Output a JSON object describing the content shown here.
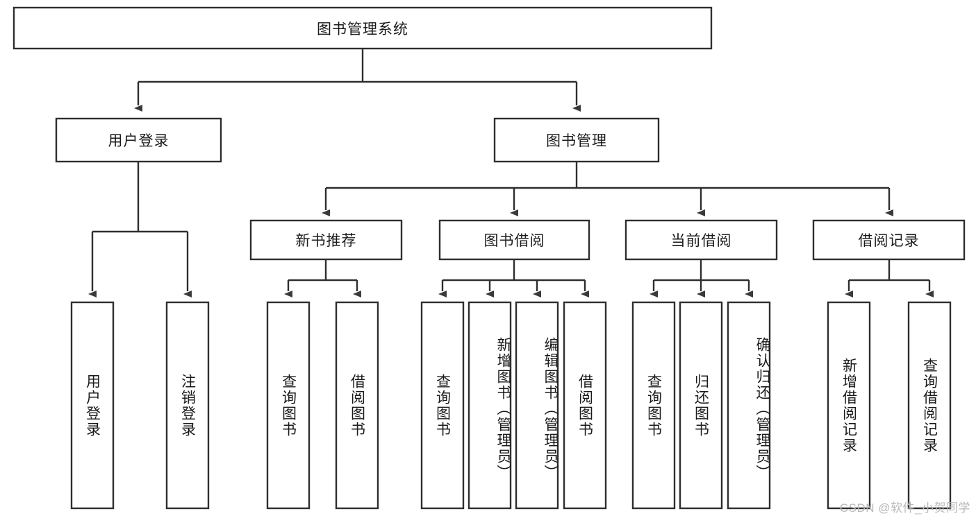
{
  "diagram": {
    "title": "图书管理系统",
    "type": "tree",
    "orientation": "top-down",
    "colors": {
      "box_stroke": "#2e2e2e",
      "box_fill": "#ffffff",
      "line": "#2e2e2e",
      "arrow": "#3a3a3a",
      "text": "#1a1a1a",
      "watermark": "#b8b8b8",
      "background": "#ffffff"
    },
    "root": {
      "id": "root",
      "label": "图书管理系统",
      "orientation": "horizontal"
    },
    "level2": [
      {
        "id": "user-login",
        "label": "用户登录",
        "orientation": "horizontal"
      },
      {
        "id": "book-management",
        "label": "图书管理",
        "orientation": "horizontal"
      }
    ],
    "level3": [
      {
        "id": "new-book-recommend",
        "label": "新书推荐",
        "orientation": "horizontal",
        "parent": "book-management"
      },
      {
        "id": "book-borrow",
        "label": "图书借阅",
        "orientation": "horizontal",
        "parent": "book-management"
      },
      {
        "id": "current-borrow",
        "label": "当前借阅",
        "orientation": "horizontal",
        "parent": "book-management"
      },
      {
        "id": "borrow-record",
        "label": "借阅记录",
        "orientation": "horizontal",
        "parent": "book-management"
      }
    ],
    "leaves": [
      {
        "id": "leaf-user-login",
        "label": "用户登录",
        "orientation": "vertical",
        "parent": "user-login"
      },
      {
        "id": "leaf-logout",
        "label": "注销登录",
        "orientation": "vertical",
        "parent": "user-login"
      },
      {
        "id": "leaf-query-book-1",
        "label": "查询图书",
        "orientation": "vertical",
        "parent": "new-book-recommend"
      },
      {
        "id": "leaf-borrow-book-1",
        "label": "借阅图书",
        "orientation": "vertical",
        "parent": "new-book-recommend"
      },
      {
        "id": "leaf-query-book-2",
        "label": "查询图书",
        "orientation": "vertical",
        "parent": "book-borrow"
      },
      {
        "id": "leaf-add-book",
        "label": "新增图书（管理员）",
        "orientation": "vertical",
        "parent": "book-borrow"
      },
      {
        "id": "leaf-edit-book",
        "label": "编辑图书（管理员）",
        "orientation": "vertical",
        "parent": "book-borrow"
      },
      {
        "id": "leaf-borrow-book-2",
        "label": "借阅图书",
        "orientation": "vertical",
        "parent": "book-borrow"
      },
      {
        "id": "leaf-query-book-3",
        "label": "查询图书",
        "orientation": "vertical",
        "parent": "current-borrow"
      },
      {
        "id": "leaf-return-book",
        "label": "归还图书",
        "orientation": "vertical",
        "parent": "current-borrow"
      },
      {
        "id": "leaf-confirm-return",
        "label": "确认归还（管理员）",
        "orientation": "vertical",
        "parent": "current-borrow"
      },
      {
        "id": "leaf-add-record",
        "label": "新增借阅记录",
        "orientation": "vertical",
        "parent": "borrow-record"
      },
      {
        "id": "leaf-query-record",
        "label": "查询借阅记录",
        "orientation": "vertical",
        "parent": "borrow-record"
      }
    ]
  },
  "watermark": {
    "text": "CSDN @软件_小贺同学"
  }
}
